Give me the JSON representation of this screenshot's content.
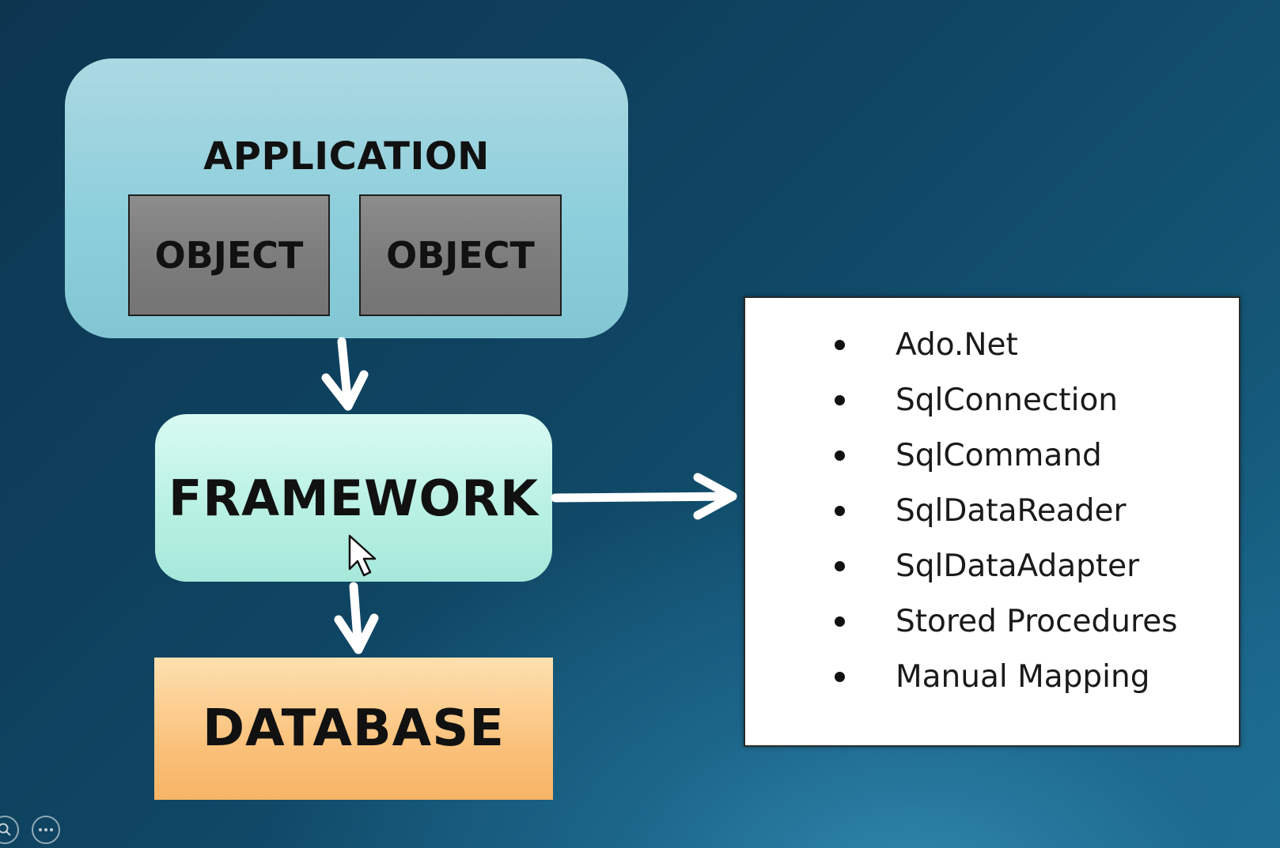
{
  "diagram": {
    "application": {
      "label": "APPLICATION",
      "objects": [
        "OBJECT",
        "OBJECT"
      ]
    },
    "framework": {
      "label": "FRAMEWORK"
    },
    "database": {
      "label": "DATABASE"
    },
    "framework_items": [
      "Ado.Net",
      "SqlConnection",
      "SqlCommand",
      "SqlDataReader",
      "SqlDataAdapter",
      "Stored Procedures",
      "Manual Mapping"
    ]
  },
  "colors": {
    "application_fill": "#8ecfdc",
    "object_fill": "#7d7d7d",
    "framework_fill": "#b7f0e3",
    "database_fill": "#fbc27c",
    "arrow": "#ffffff",
    "background": "#0f4563"
  },
  "controls": {
    "zoom_icon": "magnifier-icon",
    "more_icon": "ellipsis-icon"
  }
}
